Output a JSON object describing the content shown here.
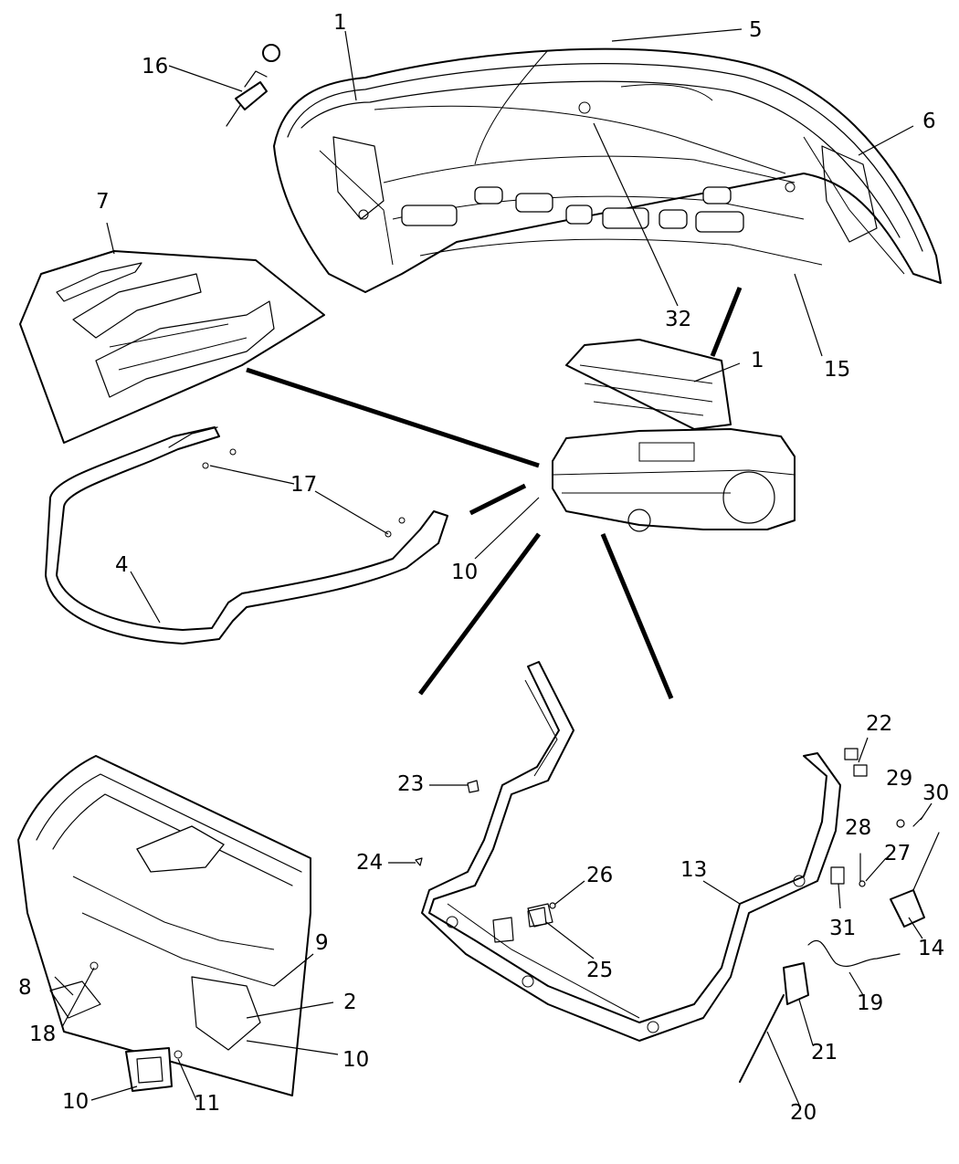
{
  "callouts": {
    "c1_top": "1",
    "c5": "5",
    "c16": "16",
    "c6": "6",
    "c7": "7",
    "c32": "32",
    "c1_mid": "1",
    "c15": "15",
    "c17": "17",
    "c10_mid": "10",
    "c4": "4",
    "c22": "22",
    "c29": "29",
    "c30": "30",
    "c23": "23",
    "c28": "28",
    "c27": "27",
    "c24": "24",
    "c13": "13",
    "c26": "26",
    "c31": "31",
    "c14": "14",
    "c9": "9",
    "c8": "8",
    "c25": "25",
    "c2": "2",
    "c19": "19",
    "c18": "18",
    "c10_low": "10",
    "c21": "21",
    "c10_bot": "10",
    "c11": "11",
    "c20": "20"
  },
  "colors": {
    "line": "#000000",
    "background": "#ffffff"
  }
}
